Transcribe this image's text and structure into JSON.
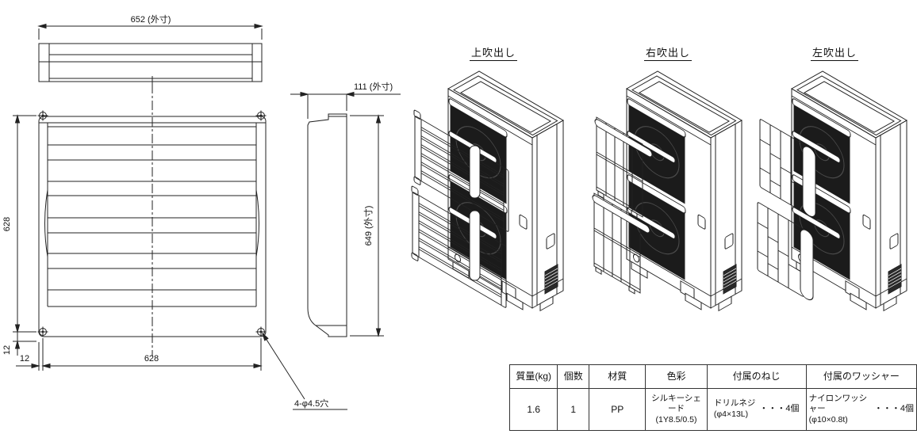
{
  "views": {
    "top_blow_label": "上吹出し",
    "right_blow_label": "右吹出し",
    "left_blow_label": "左吹出し"
  },
  "dims": {
    "top_width": "652 (外寸)",
    "front_height": "628",
    "front_width": "628",
    "edge_offset_v": "12",
    "edge_offset_h": "12",
    "hole_callout": "4-φ4.5穴",
    "side_depth": "111 (外寸)",
    "side_height": "649 (外寸)"
  },
  "table": {
    "headers": [
      "質量(kg)",
      "個数",
      "材質",
      "色彩",
      "付属のねじ",
      "付属のワッシャー"
    ],
    "mass": "1.6",
    "quantity": "1",
    "material": "PP",
    "color_name": "シルキーシェード",
    "color_code": "(1Y8.5/0.5)",
    "screw_name": "ドリルネジ",
    "screw_spec": "(φ4×13L)",
    "screw_qty": "・・・4個",
    "washer_name": "ナイロンワッシャー",
    "washer_spec": "(φ10×0.8t)",
    "washer_qty": "・・・4個"
  }
}
